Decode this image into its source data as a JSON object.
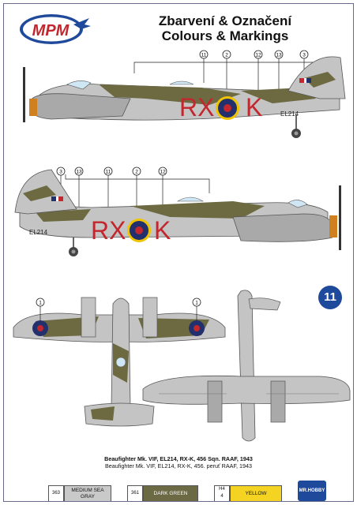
{
  "logo": {
    "text": "MPM"
  },
  "title": {
    "line1": "Zbarvení & Označení",
    "line2": "Colours & Markings"
  },
  "profile_number": "11",
  "aircraft_markings": {
    "code_left": "RX",
    "code_right": "K",
    "serial": "EL214"
  },
  "callouts": {
    "c11": "11",
    "c2": "2",
    "c12": "12",
    "c13": "13",
    "c3": "3",
    "c1": "1"
  },
  "caption": {
    "line1": "Beaufighter Mk. VIF, EL214, RX-K, 456 Sqn. RAAF, 1943",
    "line2": "Beaufighter Mk. VIF, EL214, RX-K, 456. peruť RAAF, 1943"
  },
  "swatches": [
    {
      "code": "363",
      "name": "MEDIUM SEA GRAY",
      "color": "#c9c9c9"
    },
    {
      "code": "361",
      "name": "DARK GREEN",
      "color": "#6b6a45"
    },
    {
      "code_top": "H4",
      "code_bottom": "4",
      "name": "YELLOW",
      "color": "#f4d322"
    }
  ],
  "brand_badge": "MR.HOBBY",
  "colors": {
    "grey": "#c4c4c4",
    "green": "#6d6a42",
    "red": "#c1272d",
    "blue": "#23306e",
    "yellow": "#f1c400",
    "brand_blue": "#1f4a9c"
  }
}
